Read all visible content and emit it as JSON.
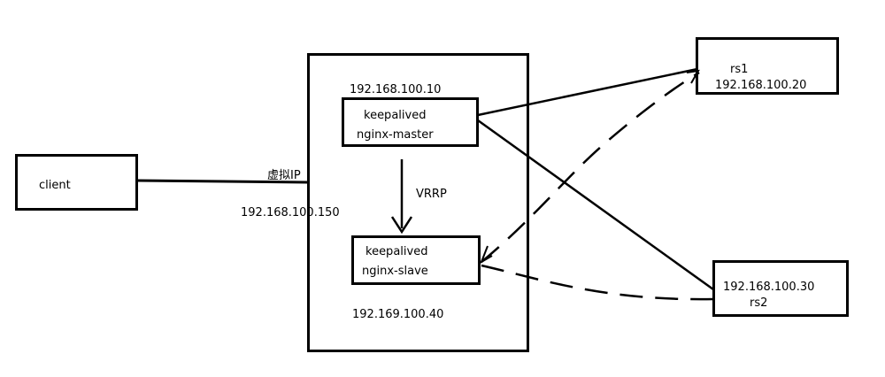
{
  "client": {
    "label": "client"
  },
  "vip": {
    "label": "虚拟IP",
    "ip": "192.168.100.150"
  },
  "master": {
    "ip": "192.168.100.10",
    "line1": "keepalived",
    "line2": "nginx-master"
  },
  "vrrp": {
    "label": "VRRP"
  },
  "slave": {
    "line1": "keepalived",
    "line2": "nginx-slave",
    "ip": "192.169.100.40"
  },
  "rs1": {
    "name": "rs1",
    "ip": "192.168.100.20"
  },
  "rs2": {
    "ip": "192.168.100.30",
    "name": "rs2"
  }
}
